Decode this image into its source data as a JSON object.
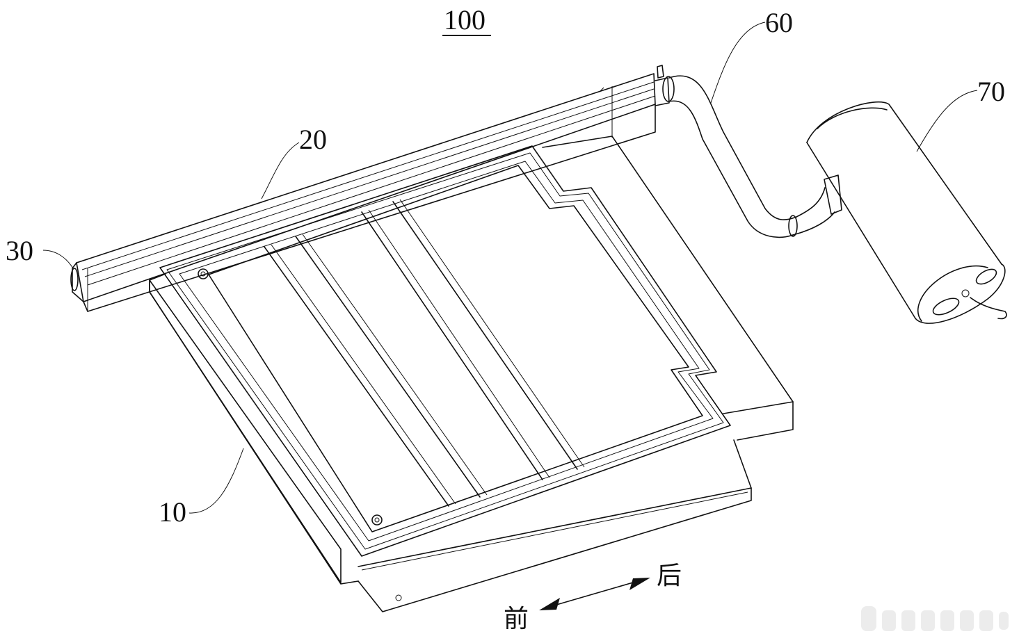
{
  "figure": {
    "assembly_number": "100",
    "callouts": [
      {
        "id": "label-20",
        "text": "20"
      },
      {
        "id": "label-30",
        "text": "30"
      },
      {
        "id": "label-10",
        "text": "10"
      },
      {
        "id": "label-60",
        "text": "60"
      },
      {
        "id": "label-70",
        "text": "70"
      }
    ],
    "direction": {
      "front": "前",
      "rear": "后"
    }
  }
}
